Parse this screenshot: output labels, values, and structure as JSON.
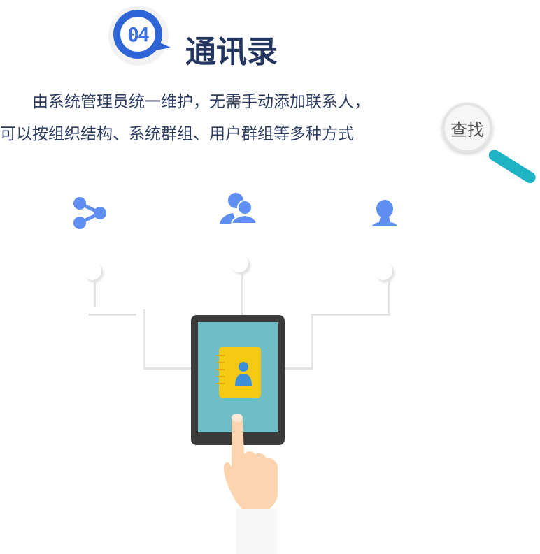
{
  "section": {
    "number": "04",
    "title": "通讯录"
  },
  "description": {
    "line1": "由系统管理员统一维护，无需手动添加联系人，",
    "line2": "可以按组织结构、系统群组、用户群组等多种方式",
    "magnifier_label": "查找"
  },
  "icons": [
    "share-icon",
    "user-group-icon",
    "user-icon"
  ],
  "colors": {
    "accent": "#2f64d6",
    "icon": "#5f8ff0",
    "text": "#2c3b60",
    "screen": "#6fbec7",
    "book": "#f6c914"
  }
}
